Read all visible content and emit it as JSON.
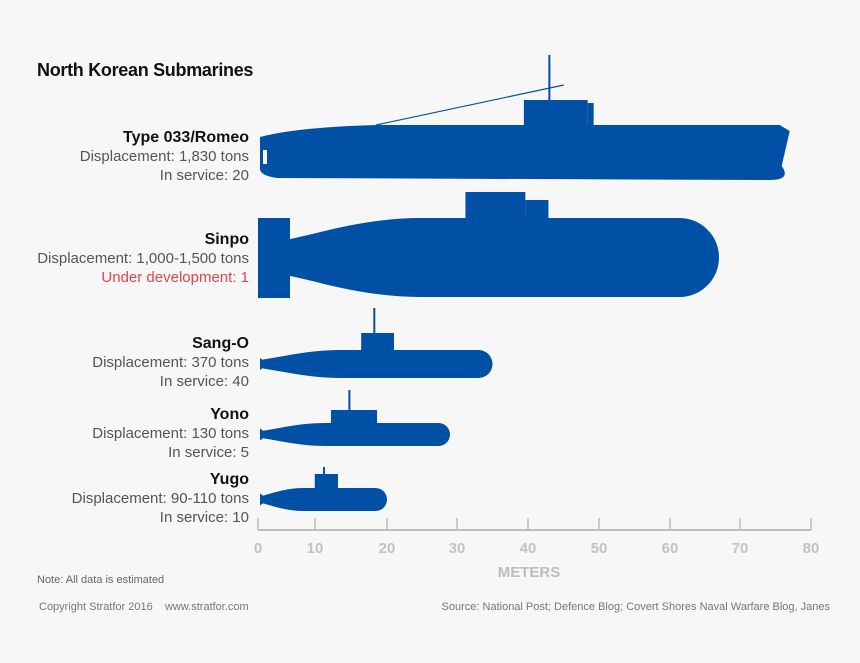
{
  "colors": {
    "hull": "#0050a5",
    "accent_red": "#e0474c",
    "axis": "#bdbdbd"
  },
  "chart_data": {
    "type": "bar",
    "title": "North Korean Submarines",
    "xlabel": "METERS",
    "xlim": [
      0,
      80
    ],
    "xticks": [
      "0",
      "10",
      "20",
      "30",
      "40",
      "50",
      "60",
      "70",
      "80"
    ],
    "categories": [
      "Type 033/Romeo",
      "Sinpo",
      "Sang-O",
      "Yono",
      "Yugo"
    ],
    "values": [
      77,
      67,
      35,
      29,
      20
    ],
    "rows": [
      {
        "name": "Type 033/Romeo",
        "line1": "Displacement: 1,830 tons",
        "line2": "In service: 20"
      },
      {
        "name": "Sinpo",
        "line1": "Displacement: 1,000-1,500 tons",
        "line2": "Under development: 1"
      },
      {
        "name": "Sang-O",
        "line1": "Displacement: 370 tons",
        "line2": "In service: 40"
      },
      {
        "name": "Yono",
        "line1": "Displacement: 130 tons",
        "line2": "In service: 5"
      },
      {
        "name": "Yugo",
        "line1": "Displacement: 90-110 tons",
        "line2": "In service: 10"
      }
    ]
  },
  "footer": {
    "note": "Note: All data is estimated",
    "copyright": "Copyright Stratfor 2016    www.stratfor.com",
    "source": "Source: National Post; Defence Blog; Covert Shores Naval Warfare Blog, Janes"
  }
}
